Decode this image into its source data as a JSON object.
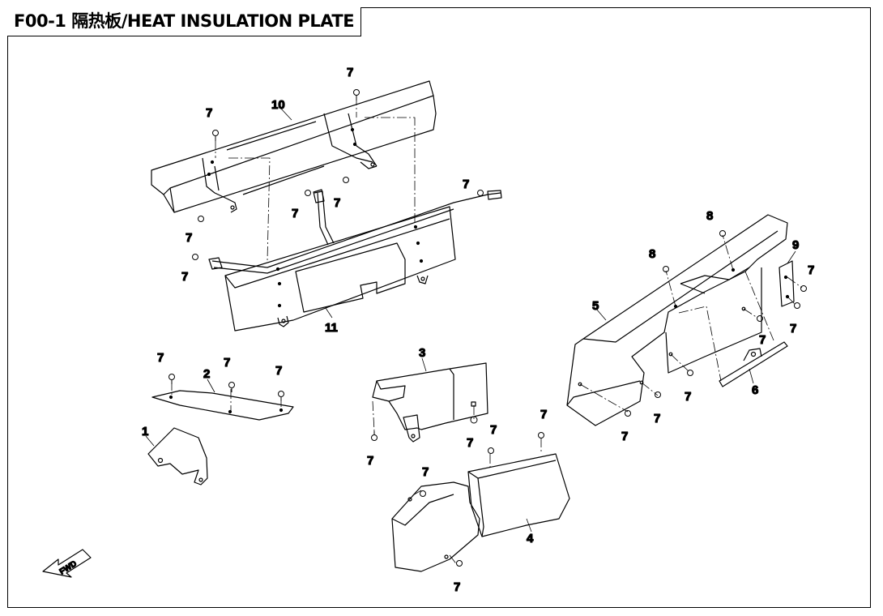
{
  "title": "F00-1 隔热板/HEAT INSULATION PLATE",
  "fwd_label": "FWD",
  "callouts": {
    "c1": "1",
    "c2": "2",
    "c3": "3",
    "c4": "4",
    "c5": "5",
    "c6": "6",
    "c8a": "8",
    "c8b": "8",
    "c9": "9",
    "c10": "10",
    "c11": "11",
    "c7a": "7",
    "c7b": "7",
    "c7c": "7",
    "c7d": "7",
    "c7e": "7",
    "c7f": "7",
    "c7g": "7",
    "c7h": "7",
    "c7i": "7",
    "c7j": "7",
    "c7k": "7",
    "c7l": "7",
    "c7m": "7",
    "c7n": "7",
    "c7o": "7",
    "c7p": "7",
    "c7q": "7",
    "c7r": "7",
    "c7s": "7",
    "c7t": "7",
    "c7u": "7",
    "c7v": "7"
  }
}
